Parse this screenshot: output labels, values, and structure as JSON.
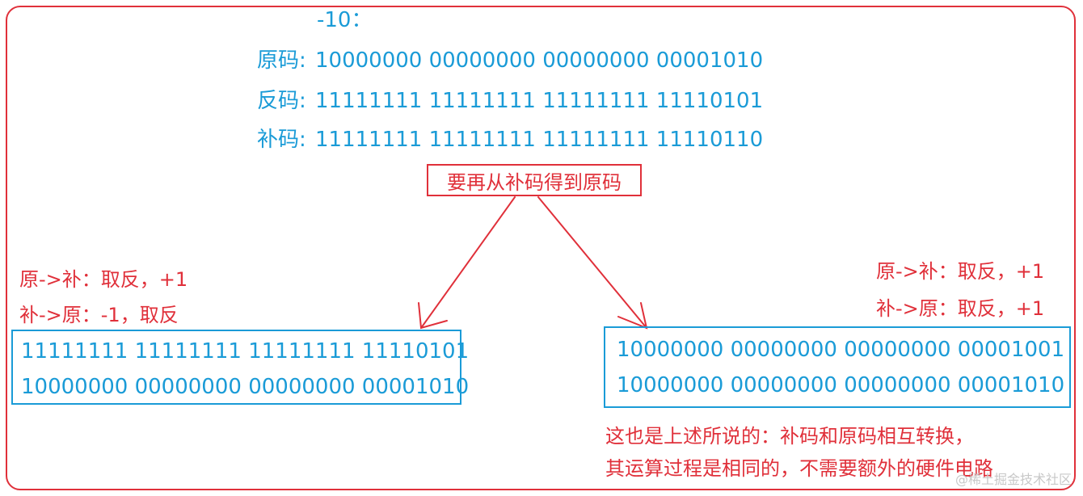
{
  "header": {
    "value": "-10："
  },
  "codes": [
    {
      "label": "原码:",
      "bits": "10000000 00000000 00000000 00001010"
    },
    {
      "label": "反码:",
      "bits": "11111111 11111111 11111111 11110101"
    },
    {
      "label": "补码:",
      "bits": "11111111 11111111 11111111 11110110"
    }
  ],
  "title": "要再从补码得到原码",
  "left": {
    "rules": [
      "原->补：取反，+1",
      "补->原：-1，取反"
    ],
    "results": [
      "11111111 11111111 11111111 11110101",
      "10000000 00000000 00000000 00001010"
    ]
  },
  "right": {
    "rules": [
      "原->补：取反，+1",
      "补->原：取反，+1"
    ],
    "results": [
      "10000000 00000000 00000000 00001001",
      "10000000 00000000 00000000 00001010"
    ]
  },
  "note": [
    "这也是上述所说的：补码和原码相互转换，",
    "其运算过程是相同的，不需要额外的硬件电路"
  ],
  "watermark": "@稀土掘金技术社区",
  "colors": {
    "blue": "#1a9bd7",
    "red": "#e0303a"
  }
}
